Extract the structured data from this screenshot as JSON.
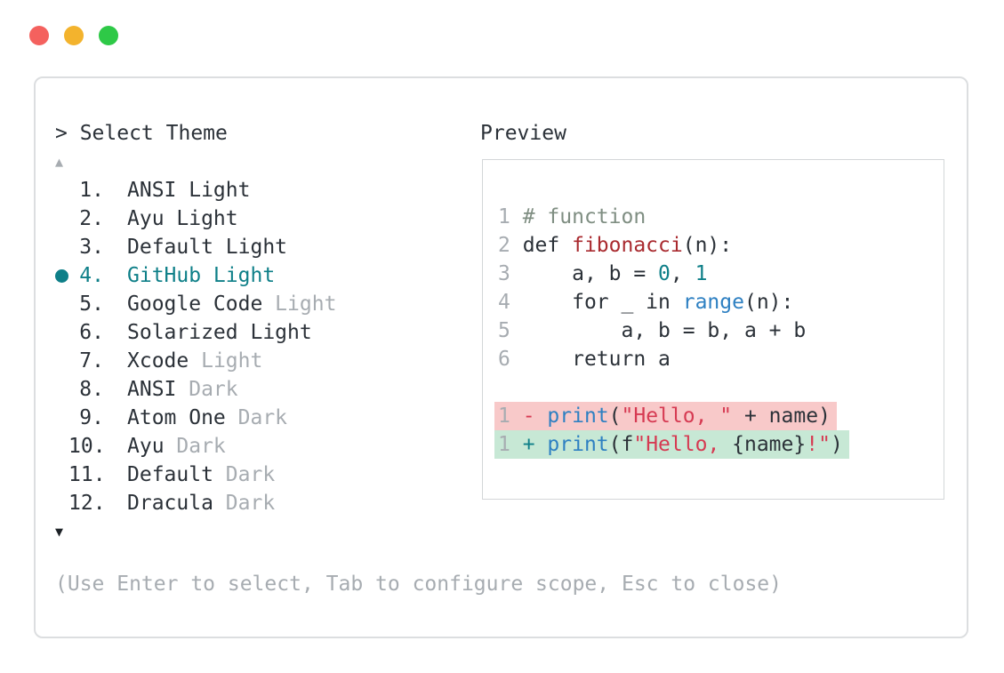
{
  "window": {
    "traffic_lights": [
      {
        "name": "close",
        "color": "#f4615e"
      },
      {
        "name": "minimize",
        "color": "#f3b32d"
      },
      {
        "name": "maximize",
        "color": "#2ec947"
      }
    ]
  },
  "selector": {
    "prompt": "> Select Theme",
    "scroll_up": "▲",
    "scroll_down": "▼",
    "items": [
      {
        "num": "1.",
        "label": "ANSI Light",
        "suffix": "",
        "selected": false
      },
      {
        "num": "2.",
        "label": "Ayu Light",
        "suffix": "",
        "selected": false
      },
      {
        "num": "3.",
        "label": "Default Light",
        "suffix": "",
        "selected": false
      },
      {
        "num": "4.",
        "label": "GitHub Light",
        "suffix": "",
        "selected": true
      },
      {
        "num": "5.",
        "label": "Google Code",
        "suffix": " Light",
        "selected": false
      },
      {
        "num": "6.",
        "label": "Solarized Light",
        "suffix": "",
        "selected": false
      },
      {
        "num": "7.",
        "label": "Xcode",
        "suffix": " Light",
        "selected": false
      },
      {
        "num": "8.",
        "label": "ANSI",
        "suffix": " Dark",
        "selected": false
      },
      {
        "num": "9.",
        "label": "Atom One",
        "suffix": " Dark",
        "selected": false
      },
      {
        "num": "10.",
        "label": "Ayu",
        "suffix": " Dark",
        "selected": false
      },
      {
        "num": "11.",
        "label": "Default",
        "suffix": " Dark",
        "selected": false
      },
      {
        "num": "12.",
        "label": "Dracula",
        "suffix": " Dark",
        "selected": false
      }
    ],
    "hint": "(Use Enter to select, Tab to configure scope, Esc to close)"
  },
  "preview": {
    "title": "Preview",
    "lines": [
      {
        "tokens": [
          [
            "num",
            "1 "
          ],
          [
            "comment",
            "# function"
          ]
        ]
      },
      {
        "tokens": [
          [
            "num",
            "2 "
          ],
          [
            "text",
            "def "
          ],
          [
            "func",
            "fibonacci"
          ],
          [
            "text",
            "(n):"
          ]
        ]
      },
      {
        "tokens": [
          [
            "num",
            "3 "
          ],
          [
            "text",
            "    a, b = "
          ],
          [
            "number",
            "0"
          ],
          [
            "text",
            ", "
          ],
          [
            "number",
            "1"
          ]
        ]
      },
      {
        "tokens": [
          [
            "num",
            "4 "
          ],
          [
            "text",
            "    for _ in "
          ],
          [
            "builtin",
            "range"
          ],
          [
            "text",
            "(n):"
          ]
        ]
      },
      {
        "tokens": [
          [
            "num",
            "5 "
          ],
          [
            "text",
            "        a, b = b, a + b"
          ]
        ]
      },
      {
        "tokens": [
          [
            "num",
            "6 "
          ],
          [
            "text",
            "    return a"
          ]
        ]
      },
      {
        "blank": true
      },
      {
        "diff": "del",
        "tokens": [
          [
            "num",
            "1 "
          ],
          [
            "string",
            "- "
          ],
          [
            "builtin",
            "print"
          ],
          [
            "text",
            "("
          ],
          [
            "string",
            "\"Hello, \""
          ],
          [
            "text",
            " + name)"
          ]
        ]
      },
      {
        "diff": "add",
        "tokens": [
          [
            "num",
            "1 "
          ],
          [
            "number",
            "+ "
          ],
          [
            "builtin",
            "print"
          ],
          [
            "text",
            "(f"
          ],
          [
            "string",
            "\"Hello, "
          ],
          [
            "text",
            "{name}"
          ],
          [
            "string",
            "!\""
          ],
          [
            "text",
            ")"
          ]
        ]
      }
    ]
  },
  "colors": {
    "text": "#2b3138",
    "muted": "#a7acb1",
    "accent": "#0e7f88",
    "comment": "#7f8e82",
    "func": "#a92a2f",
    "string": "#d63a52",
    "builtin": "#2e80c2",
    "number": "#0e7f88",
    "del_bg": "#f8c9c9",
    "add_bg": "#c7e8d5",
    "border": "#dcdee0",
    "inner_border": "#d3d6d8",
    "down_arrow": "#1c2126"
  }
}
